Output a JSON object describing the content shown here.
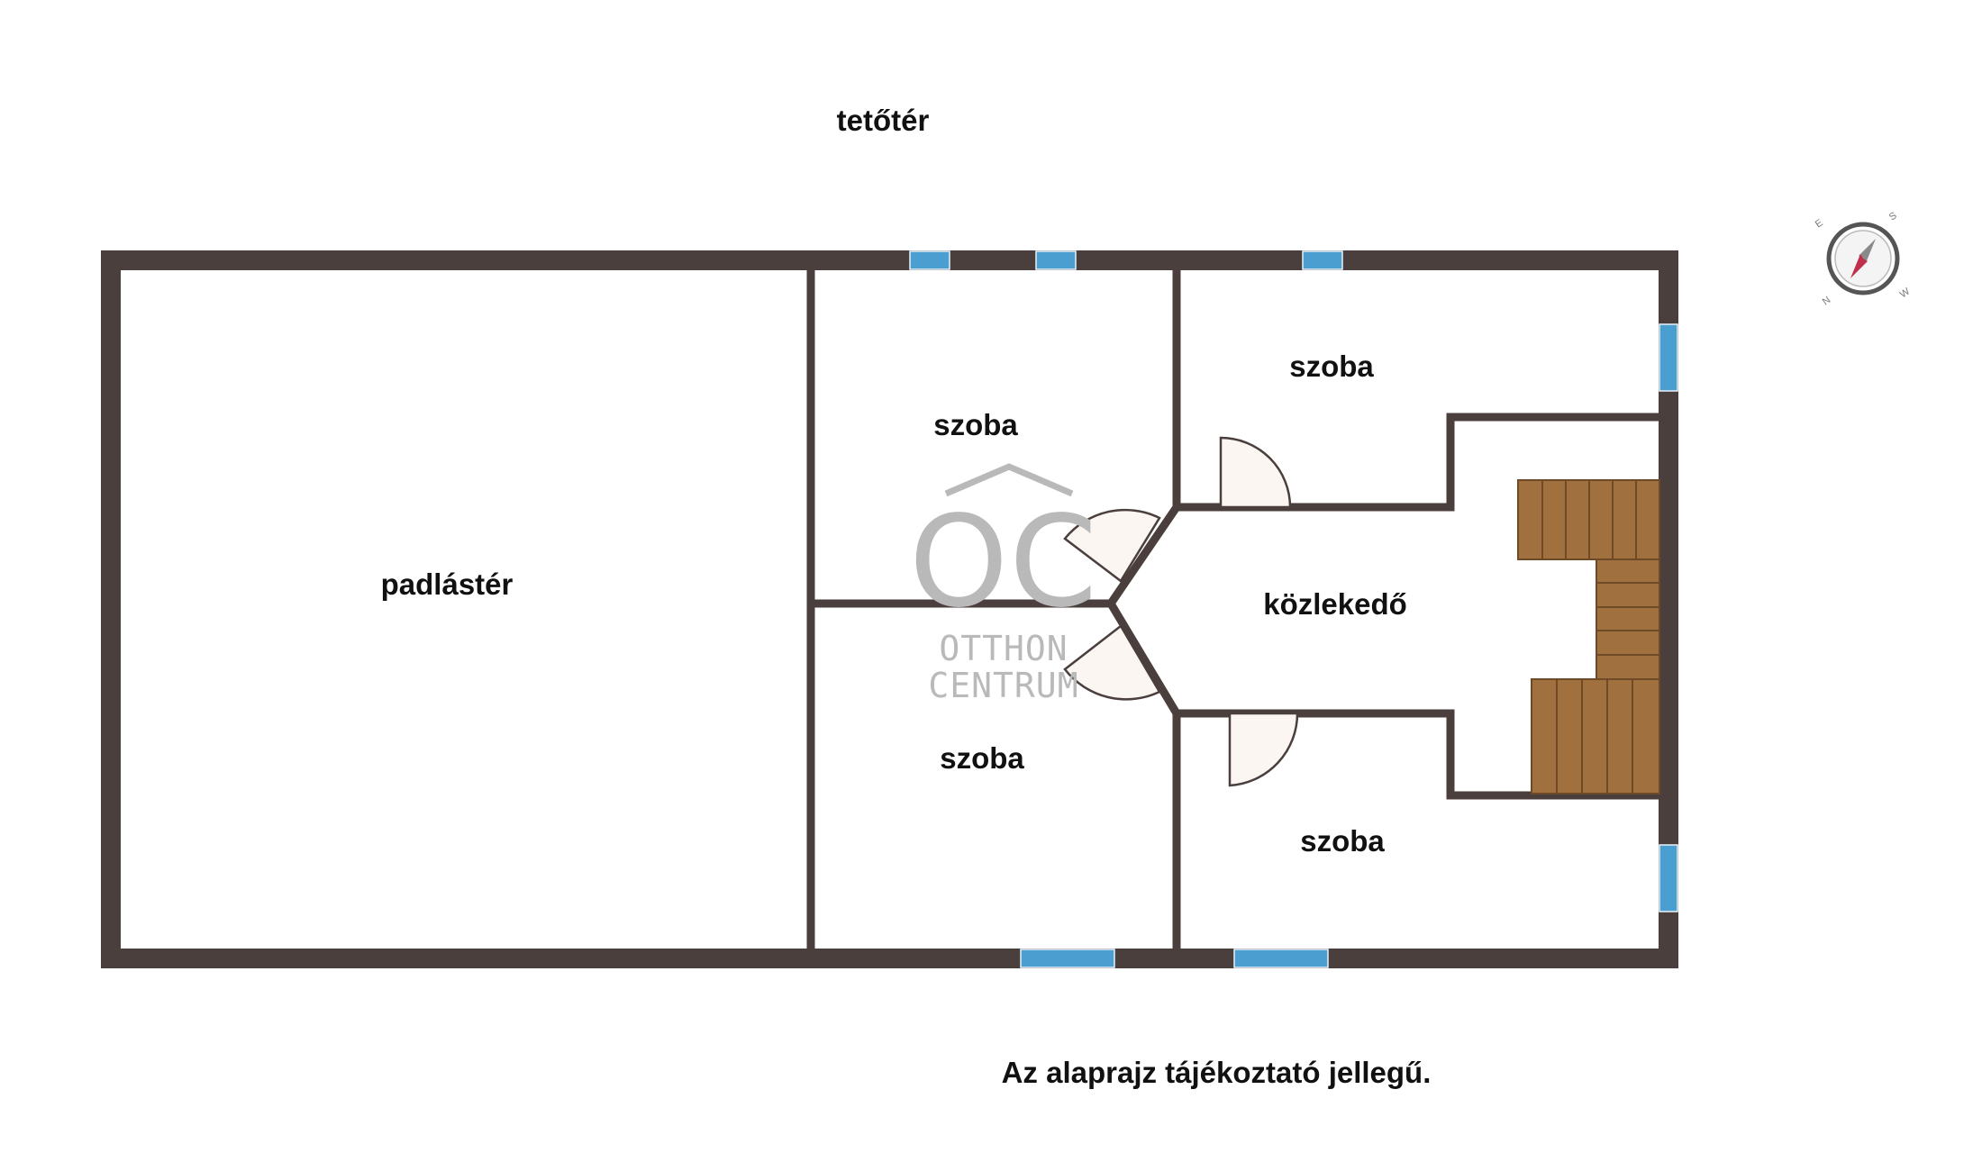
{
  "plan": {
    "title": "tetőtér",
    "disclaimer": "Az alaprajz tájékoztató jellegű.",
    "rooms": {
      "attic_space": "padlástér",
      "room_top_middle": "szoba",
      "room_top_right": "szoba",
      "room_bottom_middle": "szoba",
      "room_bottom_right": "szoba",
      "hallway": "közlekedő"
    }
  },
  "watermark": {
    "mark": "OC",
    "line1": "OTTHON",
    "line2": "CENTRUM"
  },
  "compass": {
    "n": "N",
    "s": "S",
    "e": "E",
    "w": "W"
  },
  "colors": {
    "wall": "#4a3f3c",
    "window": "#4a9fd0",
    "door_fill": "#fbf6f1",
    "stairs": "#a0703e",
    "watermark": "#b9b9b9",
    "compass_needle": "#c0304a"
  }
}
